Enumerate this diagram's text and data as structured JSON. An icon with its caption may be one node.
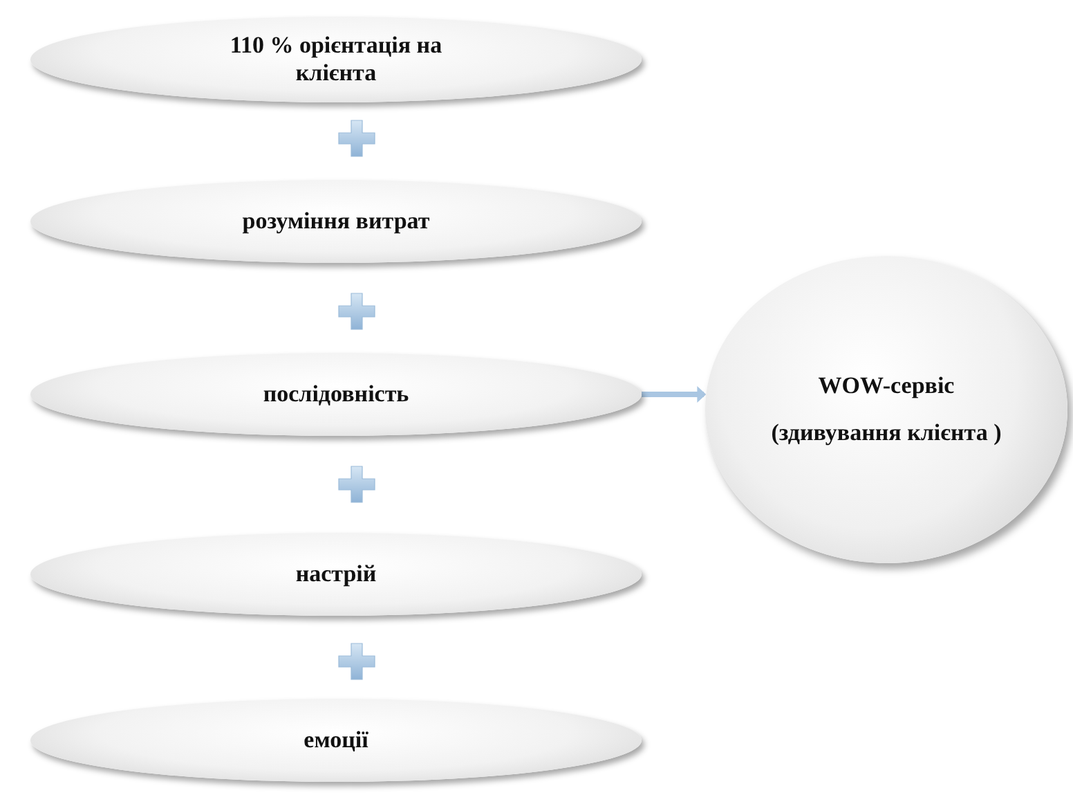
{
  "diagram": {
    "nodes": [
      {
        "text": [
          "110 % орієнтація на клієнта"
        ]
      },
      {
        "text": [
          "розуміння витрат"
        ]
      },
      {
        "text": [
          "послідовність"
        ]
      },
      {
        "text": [
          "настрій"
        ]
      },
      {
        "text": [
          "емоції"
        ]
      },
      {
        "text": [
          "WOW-сервіс",
          "(здивування клієнта )"
        ]
      }
    ],
    "edges": [
      {
        "from": 2,
        "to": 5,
        "arrow": "to"
      }
    ]
  }
}
